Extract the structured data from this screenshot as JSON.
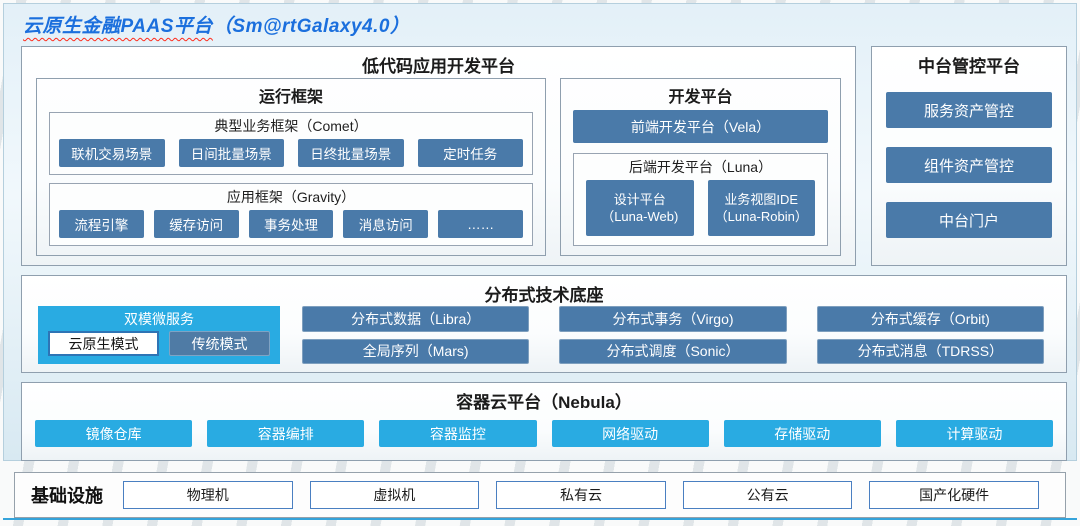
{
  "title": {
    "main": "云原生金融PAAS平台",
    "version": "（Sm@rtGalaxy4.0）"
  },
  "colors": {
    "accent_steel_blue": "#4A7AA9",
    "accent_cyan": "#29ABE2",
    "title_blue": "#1B6FDD",
    "underline_red": "#FF2A1A",
    "panel_background": "#E3F0F8"
  },
  "lowcode": {
    "title": "低代码应用开发平台",
    "runtime": {
      "title": "运行框架",
      "comet": {
        "label": "典型业务框架（Comet）",
        "items": [
          "联机交易场景",
          "日间批量场景",
          "日终批量场景",
          "定时任务"
        ]
      },
      "gravity": {
        "label": "应用框架（Gravity）",
        "items": [
          "流程引擎",
          "缓存访问",
          "事务处理",
          "消息访问",
          "……"
        ]
      }
    },
    "dev": {
      "title": "开发平台",
      "frontend": "前端开发平台（Vela）",
      "backend": {
        "label": "后端开发平台（Luna）",
        "items": [
          {
            "line1": "设计平台",
            "line2": "（Luna-Web)"
          },
          {
            "line1": "业务视图IDE",
            "line2": "（Luna-Robin）"
          }
        ]
      }
    }
  },
  "midplatform": {
    "title": "中台管控平台",
    "items": [
      "服务资产管控",
      "组件资产管控",
      "中台门户"
    ]
  },
  "distributed": {
    "title": "分布式技术底座",
    "dualmode": {
      "label": "双模微服务",
      "modes": [
        "云原生模式",
        "传统模式"
      ]
    },
    "items": [
      "分布式数据（Libra）",
      "分布式事务（Virgo)",
      "分布式缓存（Orbit)",
      "全局序列（Mars)",
      "分布式调度（Sonic）",
      "分布式消息（TDRSS）"
    ]
  },
  "nebula": {
    "title": "容器云平台（Nebula）",
    "items": [
      "镜像仓库",
      "容器编排",
      "容器监控",
      "网络驱动",
      "存储驱动",
      "计算驱动"
    ]
  },
  "infra": {
    "title": "基础设施",
    "items": [
      "物理机",
      "虚拟机",
      "私有云",
      "公有云",
      "国产化硬件"
    ]
  }
}
